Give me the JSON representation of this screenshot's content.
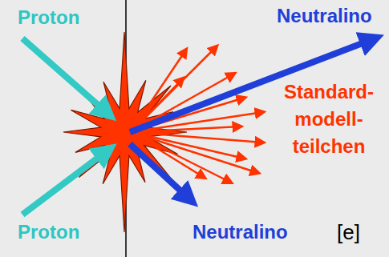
{
  "diagram": {
    "labels": [
      "Proton",
      "Neutralino",
      "Standard- modell- teilchen",
      "Proton",
      "Neutralino",
      "[e]"
    ]
  }
}
